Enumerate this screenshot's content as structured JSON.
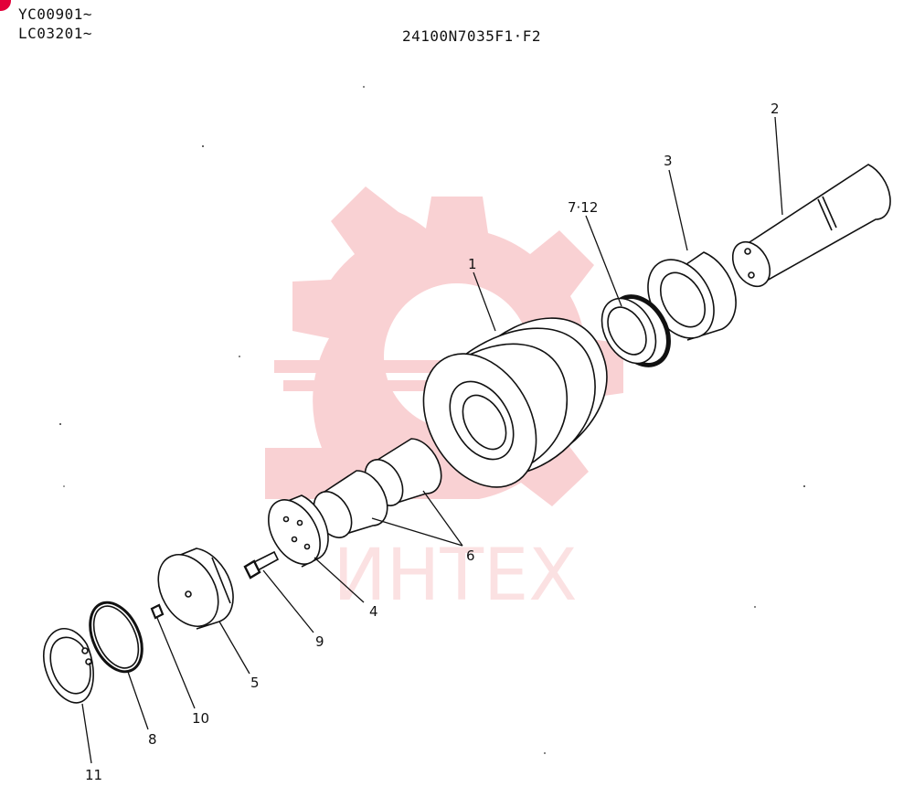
{
  "header": {
    "serial_1": "YC00901~",
    "serial_2": "LC03201~",
    "part_number": "24100N7035F1·F2"
  },
  "watermark": {
    "text": "ИНТЕХ",
    "color": "#e8323c"
  },
  "callouts": [
    {
      "id": "c1",
      "label": "1"
    },
    {
      "id": "c2",
      "label": "2"
    },
    {
      "id": "c3",
      "label": "3"
    },
    {
      "id": "c4",
      "label": "4"
    },
    {
      "id": "c5",
      "label": "5"
    },
    {
      "id": "c6",
      "label": "6"
    },
    {
      "id": "c7",
      "label": "7·12"
    },
    {
      "id": "c8",
      "label": "8"
    },
    {
      "id": "c9",
      "label": "9"
    },
    {
      "id": "c10",
      "label": "10"
    },
    {
      "id": "c11",
      "label": "11"
    }
  ]
}
